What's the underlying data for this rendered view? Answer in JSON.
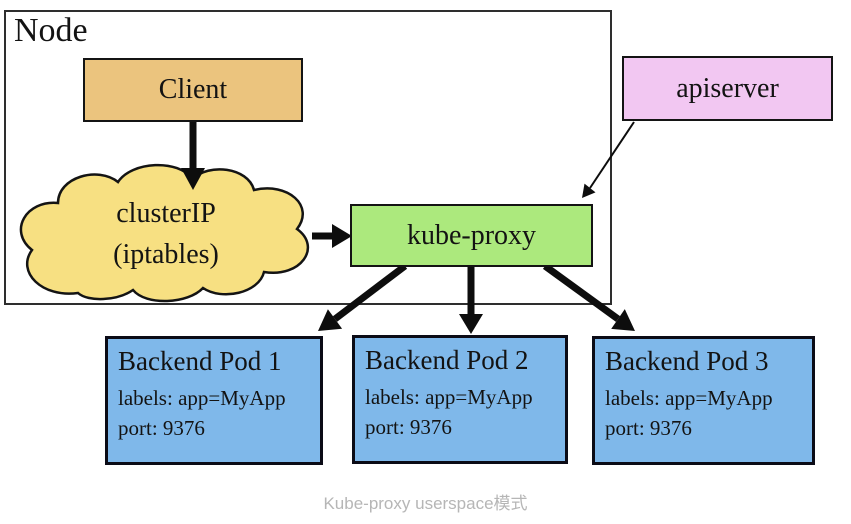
{
  "colors": {
    "client_fill": "#ebc47e",
    "cloud_fill": "#f7e082",
    "kube_proxy_fill": "#ace97d",
    "apiserver_fill": "#f2c7f2",
    "pod_fill": "#7fb8ea",
    "outline": "#141414",
    "arrow": "#0d0d0d",
    "caption_text": "#b6b6b6"
  },
  "node": {
    "label": "Node"
  },
  "client": {
    "label": "Client"
  },
  "cluster_ip": {
    "line1": "clusterIP",
    "line2": "(iptables)"
  },
  "kube_proxy": {
    "label": "kube-proxy"
  },
  "apiserver": {
    "label": "apiserver"
  },
  "pods": [
    {
      "title": "Backend Pod 1",
      "labels_line": "labels: app=MyApp",
      "port_line": "port: 9376"
    },
    {
      "title": "Backend Pod 2",
      "labels_line": "labels: app=MyApp",
      "port_line": "port: 9376"
    },
    {
      "title": "Backend Pod 3",
      "labels_line": "labels: app=MyApp",
      "port_line": "port: 9376"
    }
  ],
  "caption": "Kube-proxy userspace模式"
}
